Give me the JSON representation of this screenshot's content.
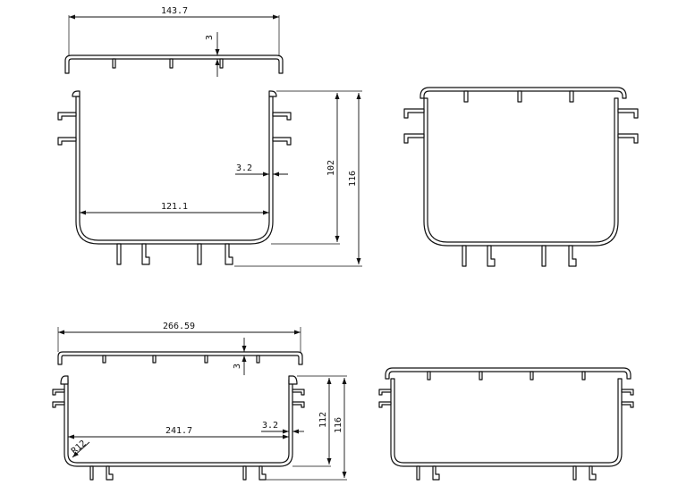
{
  "drawing_1": {
    "lid_width": "143.7",
    "lid_thickness": "3",
    "wall_thickness": "3.2",
    "inner_width": "121.1",
    "inner_height": "102",
    "total_height": "116"
  },
  "drawing_2": {
    "lid_width": "266.59",
    "lid_thickness": "3",
    "wall_thickness": "3.2",
    "inner_width": "241.7",
    "inner_height": "112",
    "total_height": "116",
    "corner_radius": "R12"
  }
}
